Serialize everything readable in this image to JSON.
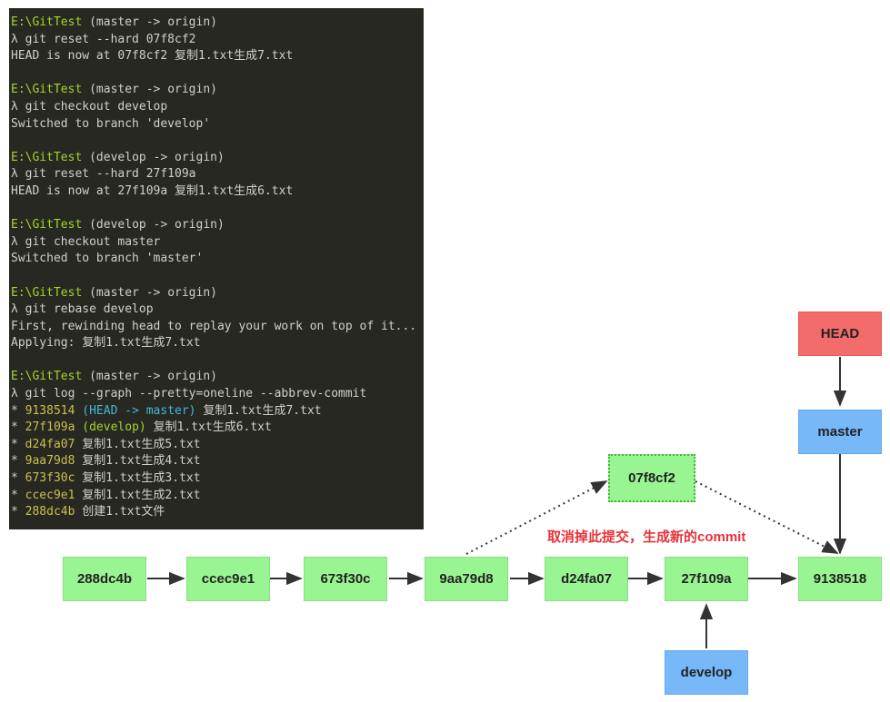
{
  "terminal": {
    "blocks": [
      {
        "path": "E:\\GitTest",
        "branch": " (master -> origin)",
        "command": "λ git reset --hard 07f8cf2",
        "output": [
          "HEAD is now at 07f8cf2 复制1.txt生成7.txt"
        ]
      },
      {
        "path": "E:\\GitTest",
        "branch": " (master -> origin)",
        "command": "λ git checkout develop",
        "output": [
          "Switched to branch 'develop'"
        ]
      },
      {
        "path": "E:\\GitTest",
        "branch": " (develop -> origin)",
        "command": "λ git reset --hard 27f109a",
        "output": [
          "HEAD is now at 27f109a 复制1.txt生成6.txt"
        ]
      },
      {
        "path": "E:\\GitTest",
        "branch": " (develop -> origin)",
        "command": "λ git checkout master",
        "output": [
          "Switched to branch 'master'"
        ]
      },
      {
        "path": "E:\\GitTest",
        "branch": " (master -> origin)",
        "command": "λ git rebase develop",
        "output": [
          "First, rewinding head to replay your work on top of it...",
          "Applying: 复制1.txt生成7.txt"
        ]
      },
      {
        "path": "E:\\GitTest",
        "branch": " (master -> origin)",
        "command": "λ git log --graph --pretty=oneline --abbrev-commit",
        "output": []
      }
    ],
    "log": [
      {
        "hash": "9138514",
        "refs": "(HEAD -> master)",
        "ref_type": "head",
        "msg": "复制1.txt生成7.txt"
      },
      {
        "hash": "27f109a",
        "refs": "(develop)",
        "ref_type": "branch",
        "msg": "复制1.txt生成6.txt"
      },
      {
        "hash": "d24fa07",
        "refs": "",
        "ref_type": "",
        "msg": "复制1.txt生成5.txt"
      },
      {
        "hash": "9aa79d8",
        "refs": "",
        "ref_type": "",
        "msg": "复制1.txt生成4.txt"
      },
      {
        "hash": "673f30c",
        "refs": "",
        "ref_type": "",
        "msg": "复制1.txt生成3.txt"
      },
      {
        "hash": "ccec9e1",
        "refs": "",
        "ref_type": "",
        "msg": "复制1.txt生成2.txt"
      },
      {
        "hash": "288dc4b",
        "refs": "",
        "ref_type": "",
        "msg": "创建1.txt文件"
      }
    ]
  },
  "diagram": {
    "commits": [
      "288dc4b",
      "ccec9e1",
      "673f30c",
      "9aa79d8",
      "d24fa07",
      "27f109a",
      "9138518"
    ],
    "discarded_commit": "07f8cf2",
    "refs": {
      "head": "HEAD",
      "master": "master",
      "develop": "develop"
    },
    "annotation": "取消掉此提交，生成新的commit",
    "colors": {
      "commit": "#99f591",
      "ref": "#76b8f8",
      "head": "#f36b6b",
      "annotation": "#e8323a",
      "terminal_bg": "#272822"
    }
  }
}
